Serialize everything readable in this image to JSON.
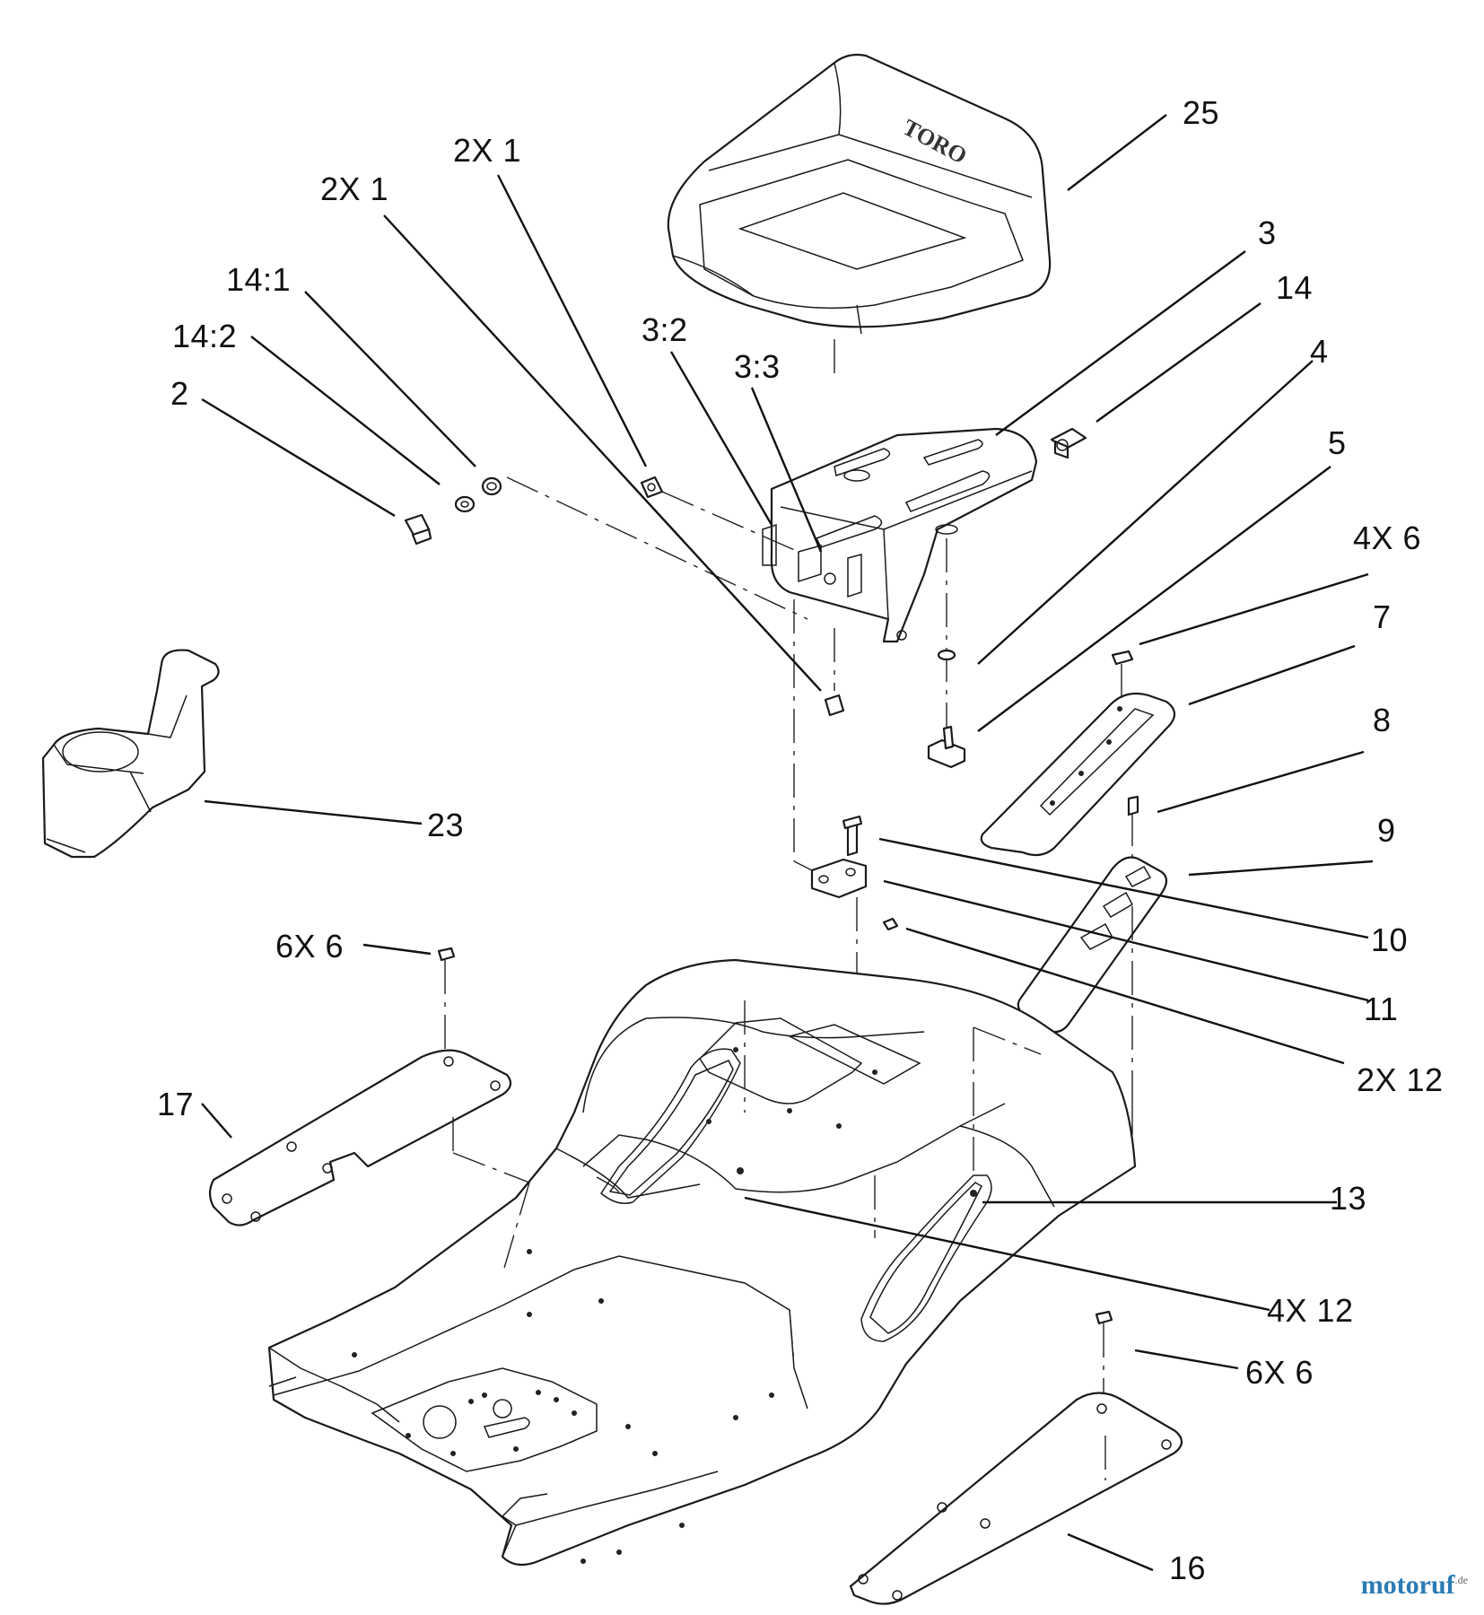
{
  "diagram": {
    "seat_brand": "TORO",
    "callouts": {
      "c25": "25",
      "c3": "3",
      "c14": "14",
      "c4": "4",
      "c5": "5",
      "c4x6": "4X 6",
      "c7": "7",
      "c8": "8",
      "c9": "9",
      "c10": "10",
      "c11": "11",
      "c2x12": "2X 12",
      "c13": "13",
      "c4x12": "4X 12",
      "c6x6_right": "6X 6",
      "c16": "16",
      "c2x1_upper": "2X 1",
      "c2x1_lower": "2X 1",
      "c14_1": "14:1",
      "c14_2": "14:2",
      "c2": "2",
      "c3_2": "3:2",
      "c3_3": "3:3",
      "c23": "23",
      "c6x6_left": "6X 6",
      "c17": "17"
    },
    "watermark": {
      "name": "motoruf",
      "suffix": ".de"
    }
  }
}
